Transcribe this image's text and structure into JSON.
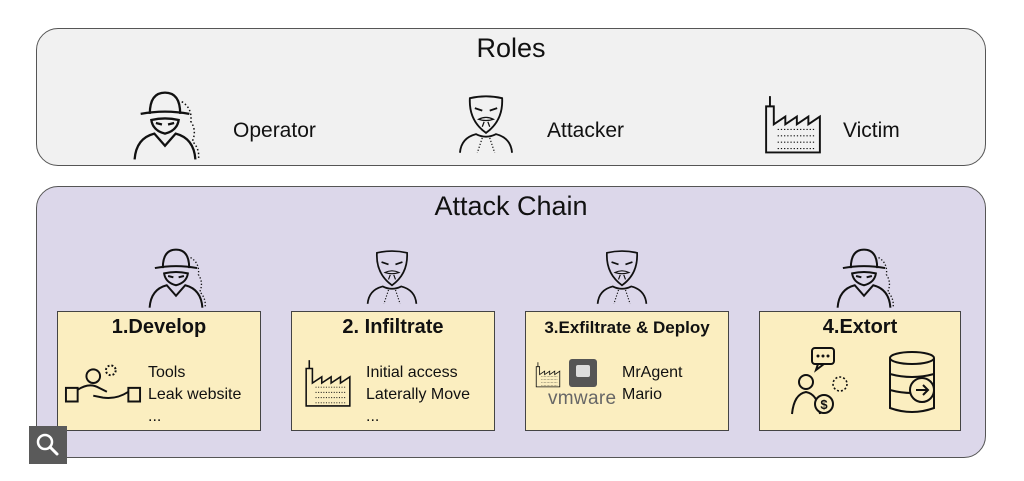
{
  "roles": {
    "title": "Roles",
    "items": [
      {
        "label": "Operator",
        "icon": "operator-icon"
      },
      {
        "label": "Attacker",
        "icon": "attacker-icon"
      },
      {
        "label": "Victim",
        "icon": "factory-icon"
      }
    ]
  },
  "chain": {
    "title": "Attack Chain",
    "steps": [
      {
        "title": "1.Develop",
        "actor": "operator-icon",
        "lines": [
          "Tools",
          "Leak website",
          "..."
        ],
        "icon": "hands-exchange-icon"
      },
      {
        "title": "2. Infiltrate",
        "actor": "attacker-icon",
        "lines": [
          "Initial access",
          "Laterally Move",
          "..."
        ],
        "icon": "factory-icon"
      },
      {
        "title": "3.Exfiltrate & Deploy",
        "actor": "attacker-icon",
        "lines": [
          "MrAgent",
          "Mario"
        ],
        "brand": "vmware",
        "icon": "factory-server-icon"
      },
      {
        "title": "4.Extort",
        "actor": "operator-icon",
        "lines": [],
        "icon": "ransom-database-icon"
      }
    ]
  },
  "search": {
    "icon": "search-icon"
  },
  "colors": {
    "roles_bg": "#f1f1f1",
    "chain_bg": "#dcd7ea",
    "step_bg": "#fbeec0"
  }
}
